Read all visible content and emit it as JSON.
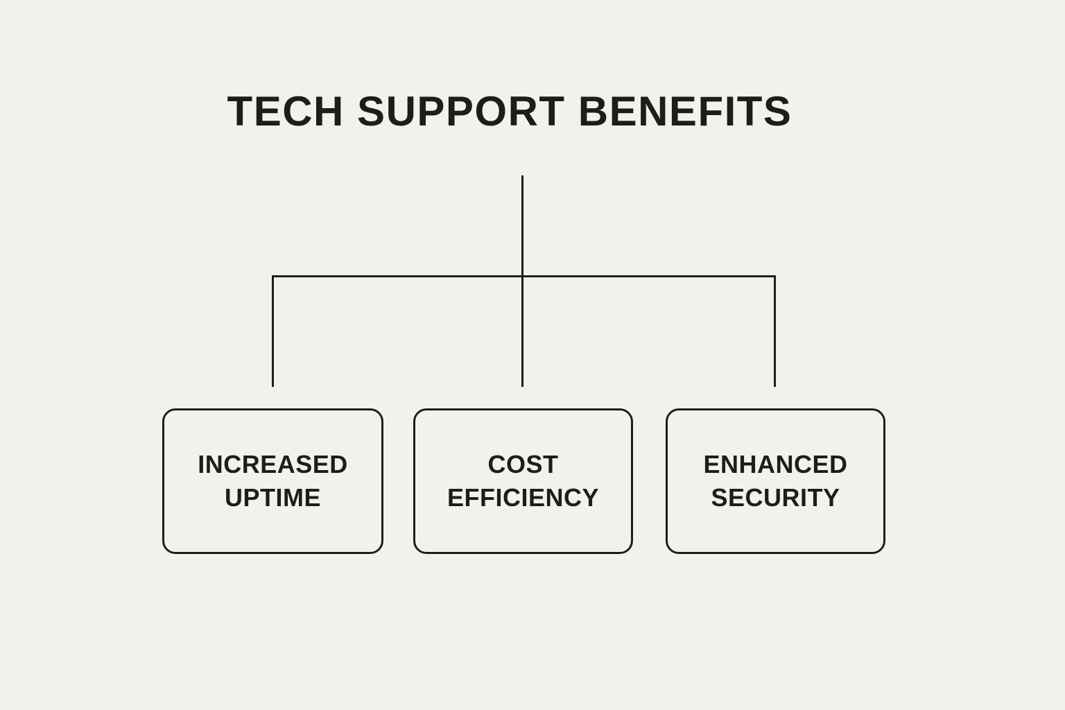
{
  "theme": {
    "bg": "#f3f1ec",
    "ink": "#1d1d1b"
  },
  "diagram": {
    "title": "TECH SUPPORT BENEFITS",
    "nodes": [
      {
        "label": "INCREASED UPTIME",
        "line1": "INCREASED",
        "line2": "UPTIME"
      },
      {
        "label": "COST EFFICIENCY",
        "line1": "COST",
        "line2": "EFFICIENCY"
      },
      {
        "label": "ENHANCED SECURITY",
        "line1": "ENHANCED",
        "line2": "SECURITY"
      }
    ]
  }
}
